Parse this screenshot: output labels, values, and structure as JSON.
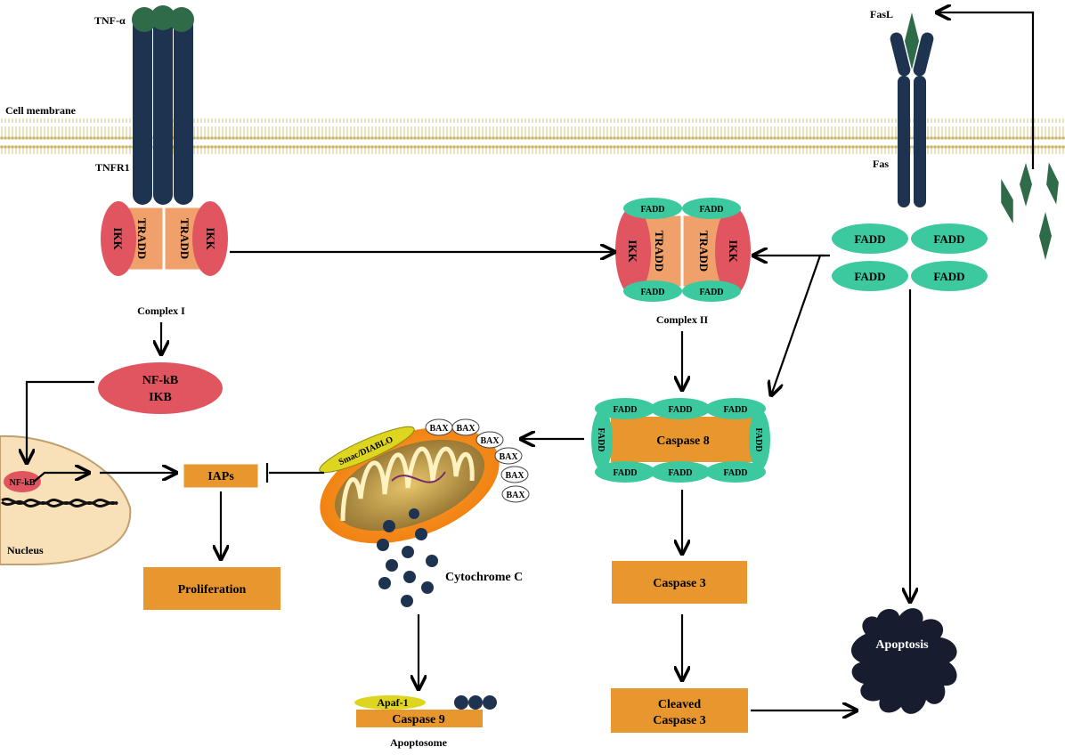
{
  "labels": {
    "tnf_alpha": "TNF-α",
    "cell_membrane": "Cell membrane",
    "tnfr1": "TNFR1",
    "fasl": "FasL",
    "fas": "Fas",
    "complex_i": "Complex I",
    "complex_ii": "Complex II",
    "nucleus": "Nucleus",
    "cytochrome_c": "Cytochrome C",
    "apoptosome": "Apoptosome",
    "apoptosis": "Apoptosis"
  },
  "complex_i": {
    "left": "IKK",
    "mid_left": "TRADD",
    "mid_right": "TRADD",
    "right": "IKK"
  },
  "complex_ii": {
    "left": "IKK",
    "mid_left": "TRADD",
    "mid_right": "TRADD",
    "right": "IKK",
    "fadd_top_left": "FADD",
    "fadd_top_right": "FADD",
    "fadd_bottom_left": "FADD",
    "fadd_bottom_right": "FADD"
  },
  "fadd_cluster": [
    "FADD",
    "FADD",
    "FADD",
    "FADD"
  ],
  "nfkb_complex": {
    "line1": "NF-kB",
    "line2": "IKB"
  },
  "nucleus_nfkb": "NF-kB",
  "iaps": "IAPs",
  "proliferation": "Proliferation",
  "smac": "Smac/DIABLO",
  "bax": [
    "BAX",
    "BAX",
    "BAX",
    "BAX",
    "BAX",
    "BAX"
  ],
  "caspase8": {
    "label": "Caspase 8",
    "fadd_top": [
      "FADD",
      "FADD",
      "FADD"
    ],
    "fadd_bottom": [
      "FADD",
      "FADD",
      "FADD"
    ],
    "fadd_left": "FADD",
    "fadd_right": "FADD"
  },
  "caspase3": "Caspase 3",
  "cleaved_caspase3": {
    "line1": "Cleaved",
    "line2": "Caspase 3"
  },
  "apaf1": "Apaf-1",
  "caspase9": "Caspase 9",
  "colors": {
    "ikk_red": "#e05560",
    "tradd_orange": "#f0a06a",
    "fadd_green": "#3cc9a0",
    "box_orange": "#e8962e",
    "receptor_navy": "#1e3350",
    "ligand_green": "#2f6b48",
    "nucleus_fill": "#f8e0b8",
    "smac_yellow": "#ddd520",
    "mito_orange": "#f58a18",
    "membrane": "#c9b46a"
  }
}
